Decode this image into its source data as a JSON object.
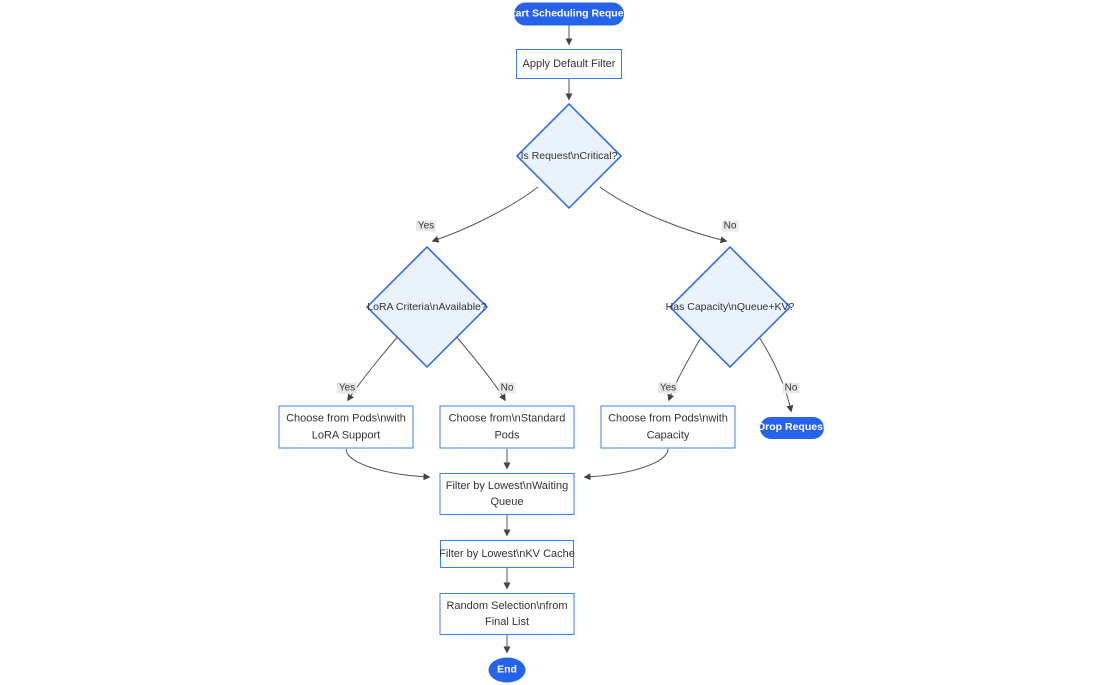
{
  "diagram": {
    "type": "flowchart",
    "nodes": {
      "start": {
        "label": "Start Scheduling Request",
        "shape": "pill"
      },
      "apply_filter": {
        "label": "Apply Default Filter",
        "shape": "rect"
      },
      "is_critical": {
        "label": "Is Request\\nCritical?",
        "shape": "diamond"
      },
      "lora_criteria": {
        "label": "LoRA Criteria\\nAvailable?",
        "shape": "diamond"
      },
      "has_capacity": {
        "label": "Has Capacity\\nQueue+KV?",
        "shape": "diamond"
      },
      "choose_lora": {
        "label": "Choose from Pods\\nwith LoRA Support",
        "shape": "rect"
      },
      "choose_standard": {
        "label": "Choose from\\nStandard Pods",
        "shape": "rect"
      },
      "choose_capacity": {
        "label": "Choose from Pods\\nwith Capacity",
        "shape": "rect"
      },
      "drop_request": {
        "label": "Drop Request",
        "shape": "pill"
      },
      "filter_queue": {
        "label": "Filter by Lowest\\nWaiting Queue",
        "shape": "rect"
      },
      "filter_kv": {
        "label": "Filter by Lowest\\nKV Cache",
        "shape": "rect"
      },
      "random_selection": {
        "label": "Random Selection\\nfrom Final List",
        "shape": "rect"
      },
      "end": {
        "label": "End",
        "shape": "ellipse"
      }
    },
    "edge_labels": {
      "critical_yes": "Yes",
      "critical_no": "No",
      "lora_yes": "Yes",
      "lora_no": "No",
      "capacity_yes": "Yes",
      "capacity_no": "No"
    },
    "colors": {
      "accent_fill": "#2563eb",
      "node_border": "#3b82f6",
      "diamond_border": "#2563eb",
      "diamond_fill": "#eaf2fc",
      "edge": "#555555",
      "label_bg": "#e8e8e8",
      "text": "#333333"
    }
  }
}
